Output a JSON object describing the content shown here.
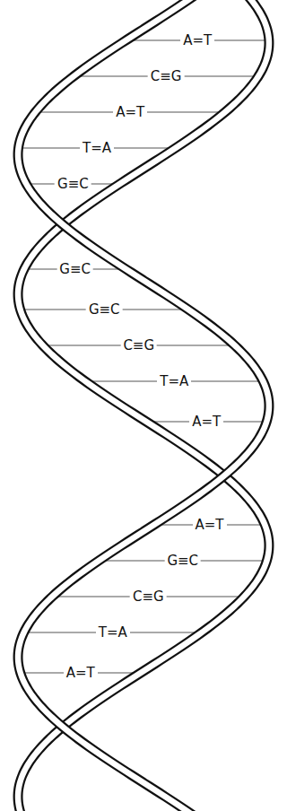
{
  "diagram": {
    "labels": [
      "A=T",
      "C≡G",
      "A=T",
      "T=A",
      "G≡C",
      "G≡C",
      "G≡C",
      "C≡G",
      "T=A",
      "A=T",
      "A=T",
      "G≡C",
      "C≡G",
      "T=A",
      "A=T"
    ]
  }
}
